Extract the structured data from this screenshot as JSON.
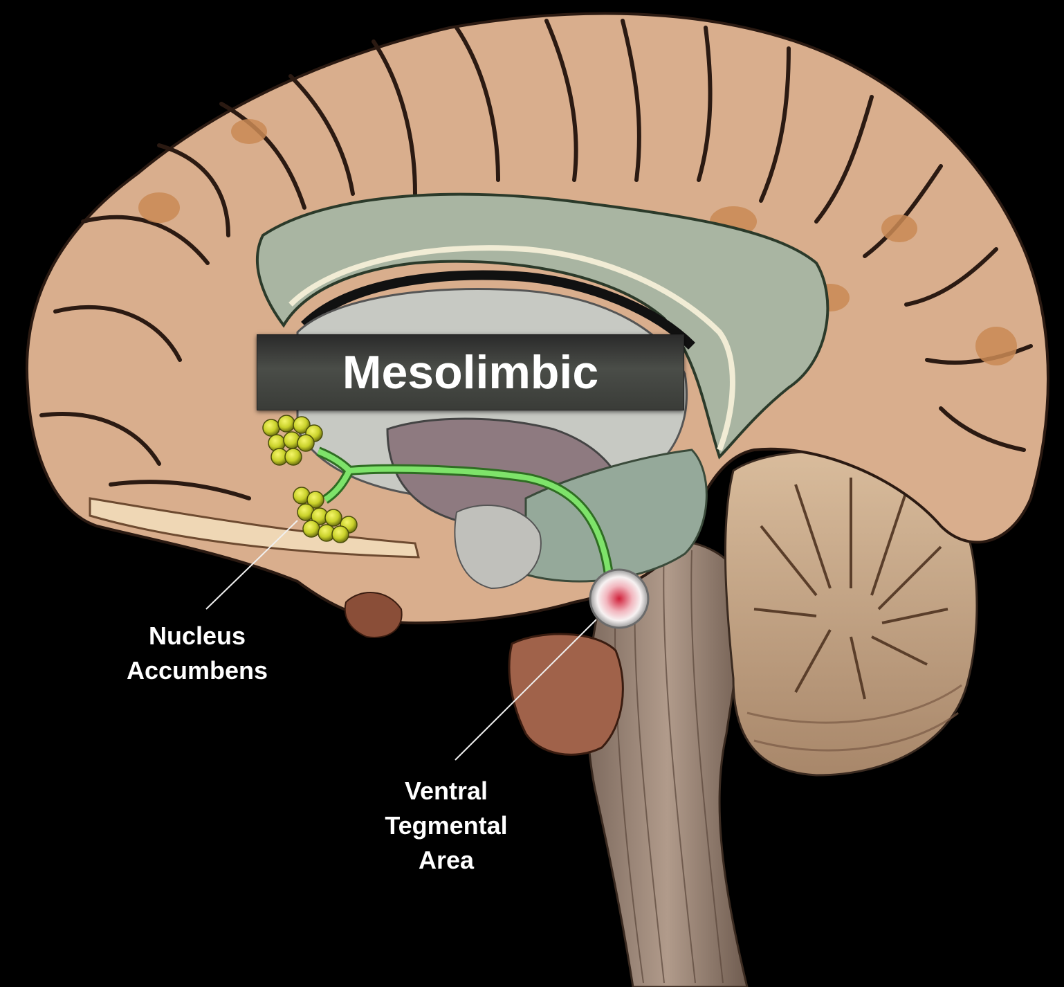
{
  "title": "Mesolimbic",
  "labels": {
    "nucleus_accumbens": "Nucleus\nAccumbens",
    "ventral_tegmental_area": "Ventral\nTegmental\nArea"
  },
  "colors": {
    "background": "#000000",
    "cortex": "#d9ae8d",
    "sulcus": "#2b1a12",
    "corpus_callosum": "#a9b5a2",
    "pathway": "#7ee36a",
    "nucleus_accumbens_cells": "#c9d12a",
    "vta_marker": "#d0203a",
    "cerebellum": "#c9a988",
    "brainstem": "#9c8677",
    "title_box": "#3d3f3b",
    "label_text": "#ffffff"
  }
}
